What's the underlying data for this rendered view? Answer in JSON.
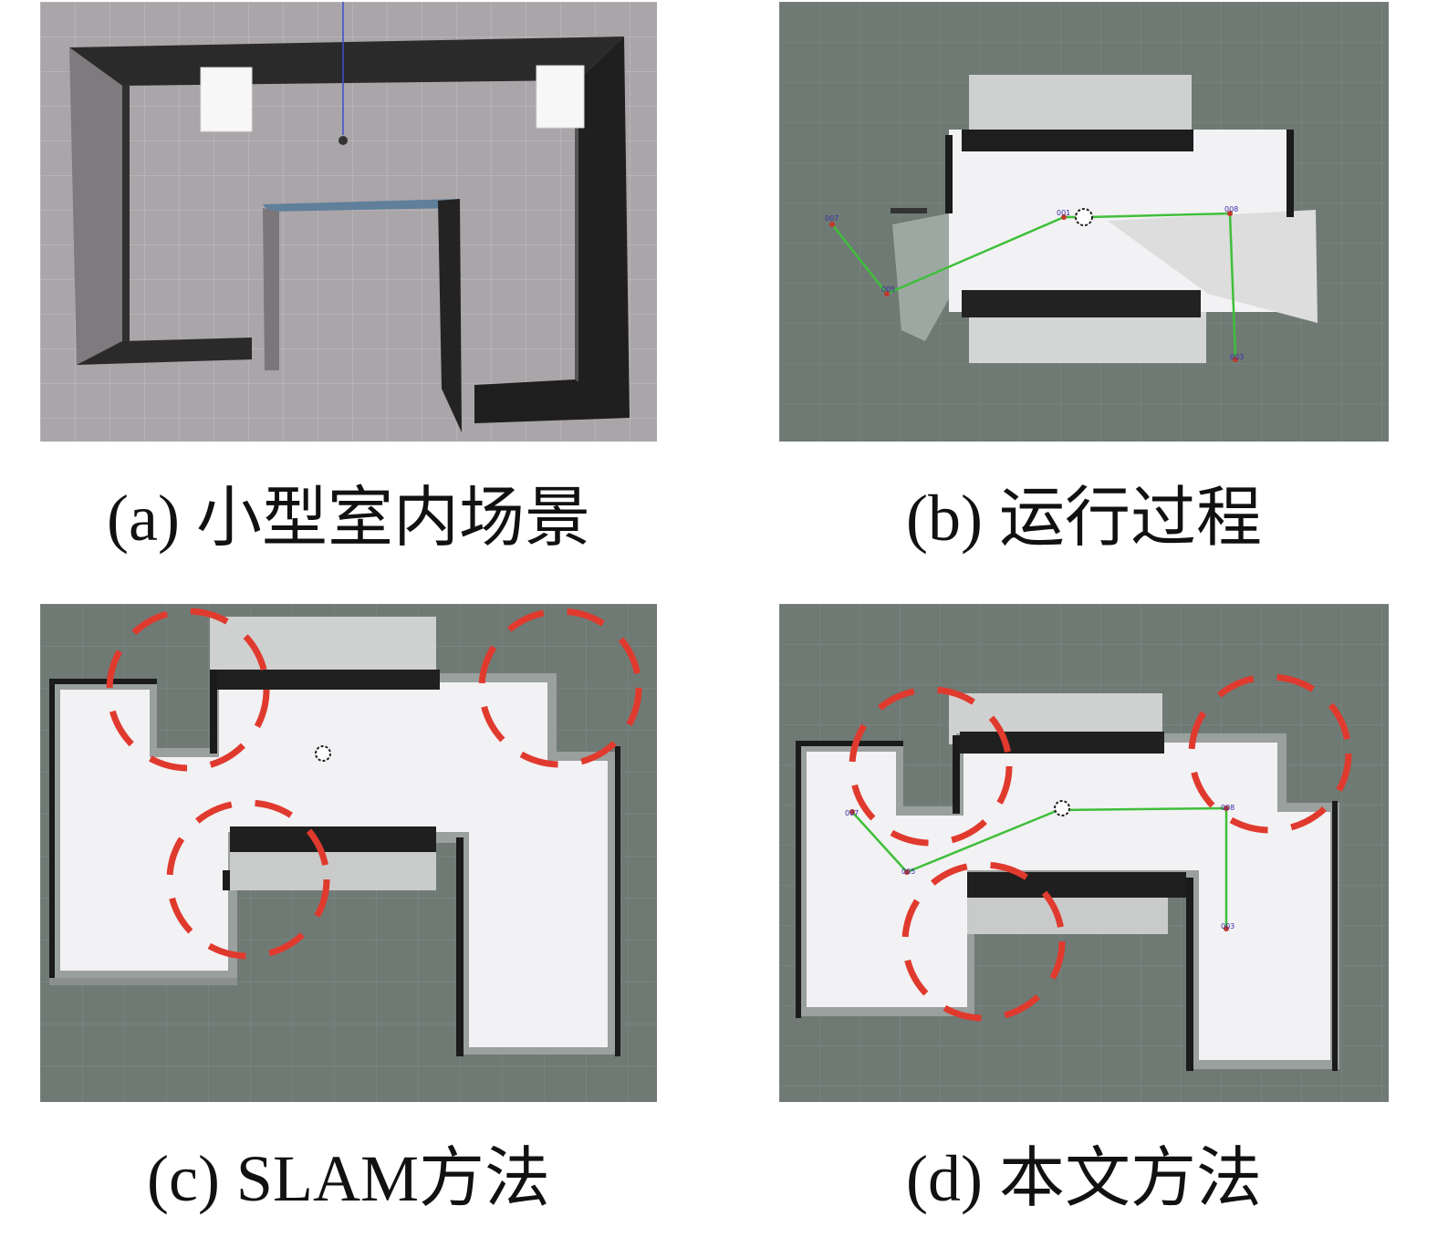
{
  "panels": [
    {
      "id": "a",
      "caption": "(a) 小型室内场景"
    },
    {
      "id": "b",
      "caption": "(b) 运行过程",
      "node_labels": [
        "007",
        "005",
        "001",
        "008",
        "003"
      ]
    },
    {
      "id": "c",
      "caption": "(c) SLAM方法"
    },
    {
      "id": "d",
      "caption": "(d) 本文方法",
      "node_labels": [
        "007",
        "005",
        "008",
        "003"
      ]
    }
  ],
  "colors": {
    "map_background": "#6f7a75",
    "free_space": "#f2f1f3",
    "wall": "#1b1b1b",
    "scene_floor": "#a9a4a8",
    "pose_graph_edge": "#3fbf3a",
    "highlight_circle": "#e03a2e"
  }
}
